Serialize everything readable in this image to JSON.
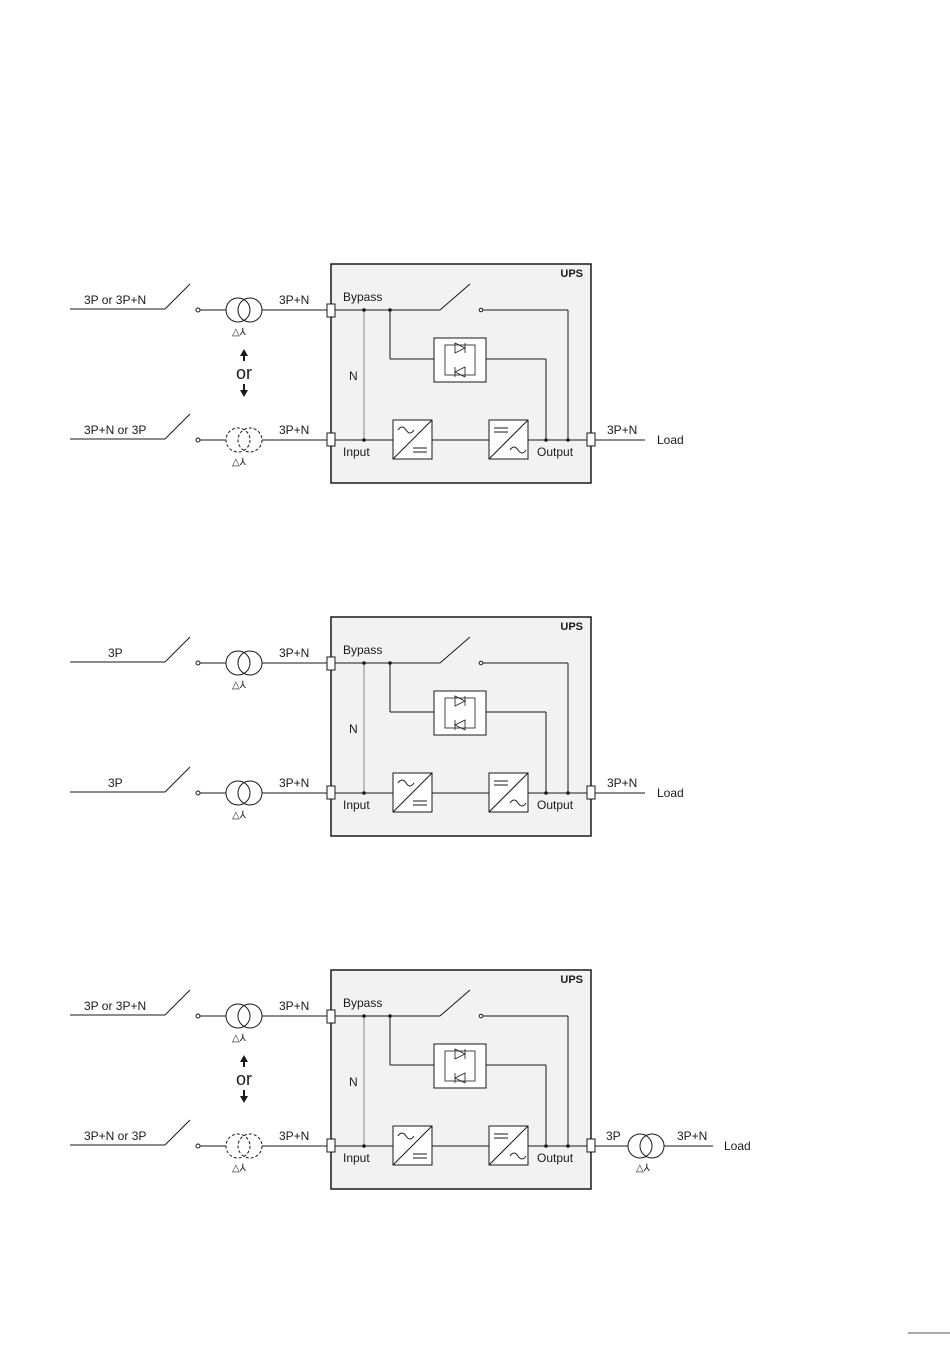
{
  "colors": {
    "box_fill": "#f2f2f2",
    "line": "#1a1a1a",
    "neutral": "#8a8a8a"
  },
  "diagrams": [
    {
      "ups_label": "UPS",
      "top_source": "3P or 3P+N",
      "bottom_source": "3P+N or 3P",
      "transformer_top_symbol": "△⅄",
      "transformer_bottom_symbol": "△⅄",
      "or_word": "or",
      "top_link": "3P+N",
      "bottom_link": "3P+N",
      "bypass": "Bypass",
      "neutral": "N",
      "input": "Input",
      "output": "Output",
      "out_link": "3P+N",
      "load": "Load"
    },
    {
      "ups_label": "UPS",
      "top_source": "3P",
      "bottom_source": "3P",
      "transformer_top_symbol": "△⅄",
      "transformer_bottom_symbol": "△⅄",
      "top_link": "3P+N",
      "bottom_link": "3P+N",
      "bypass": "Bypass",
      "neutral": "N",
      "input": "Input",
      "output": "Output",
      "out_link": "3P+N",
      "load": "Load"
    },
    {
      "ups_label": "UPS",
      "top_source": "3P or 3P+N",
      "bottom_source": "3P+N or 3P",
      "transformer_top_symbol": "△⅄",
      "transformer_bottom_symbol": "△⅄",
      "or_word": "or",
      "top_link": "3P+N",
      "bottom_link": "3P+N",
      "bypass": "Bypass",
      "neutral": "N",
      "input": "Input",
      "output": "Output",
      "out_link": "3P",
      "out_transformer_symbol": "△⅄",
      "out_link2": "3P+N",
      "load": "Load"
    }
  ]
}
